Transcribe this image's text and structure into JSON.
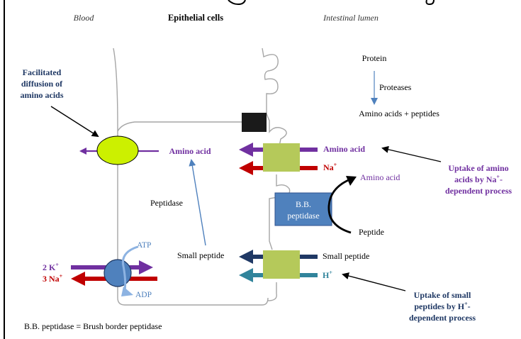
{
  "headers": {
    "blood": "Blood",
    "epithelial": "Epithelial cells",
    "lumen": "Intestinal lumen"
  },
  "lumen": {
    "protein": "Protein",
    "proteases": "Proteases",
    "products": "Amino acids + peptides"
  },
  "transport": {
    "amino_acid_inside": "Amino acid",
    "amino_acid_lumen": "Amino acid",
    "na_ion": "Na",
    "na_sup": "+",
    "amino_acid_product": "Amino acid",
    "bb_peptidase_line1": "B.B.",
    "bb_peptidase_line2": "peptidase",
    "peptide": "Peptide",
    "peptidase": "Peptidase",
    "small_peptide_inside": "Small peptide",
    "small_peptide_lumen": "Small peptide",
    "h_ion": "H",
    "h_sup": "+"
  },
  "pump": {
    "atp": "ATP",
    "adp": "ADP",
    "k_label": "2 K",
    "k_sup": "+",
    "na_label": "3 Na",
    "na_sup": "+"
  },
  "annotations": {
    "facilitated_line1": "Facilitated",
    "facilitated_line2": "diffusion of",
    "facilitated_line3": "amino acids",
    "uptake_na_line1": "Uptake of amino",
    "uptake_na_line2a": "acids by Na",
    "uptake_na_sup": "+",
    "uptake_na_line2b": "-",
    "uptake_na_line3": "dependent process",
    "uptake_h_line1": "Uptake of small",
    "uptake_h_line2a": "peptides by H",
    "uptake_h_sup": "+",
    "uptake_h_line2b": "-",
    "uptake_h_line3": "dependent process"
  },
  "footnote": "B.B. peptidase = Brush border peptidase",
  "colors": {
    "purple": "#7030a0",
    "red": "#c00000",
    "navy": "#1f3864",
    "teal": "#31849b",
    "lightblue": "#4f81bd",
    "green": "#b5c95a",
    "yellow_green": "#ccf000",
    "pump_blue": "#4f81bd",
    "membrane": "#a6a6a6"
  },
  "icons": {
    "junction": "tight-junction-block",
    "transporter": "transporter-square",
    "channel": "channel-ellipse",
    "pump": "pump-circle"
  }
}
